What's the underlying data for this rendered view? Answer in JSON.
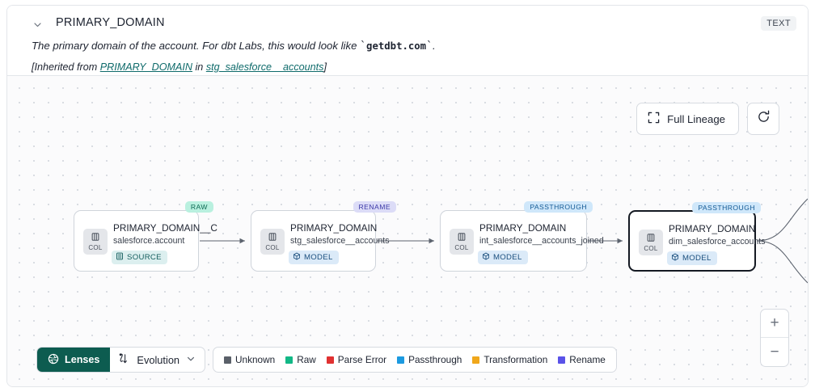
{
  "header": {
    "chevron_icon": "chevron-down-icon",
    "title": "PRIMARY_DOMAIN",
    "type_badge": "TEXT",
    "description_prefix": "The primary domain of the account. For dbt Labs, this would look like ",
    "description_code": "getdbt.com",
    "description_suffix": ".",
    "inherit_prefix": "[Inherited from ",
    "inherit_link1": "PRIMARY_DOMAIN",
    "inherit_middle": " in ",
    "inherit_link2": "stg_salesforce__accounts",
    "inherit_suffix": "]"
  },
  "controls": {
    "full_lineage_label": "Full Lineage",
    "full_lineage_icon": "expand-frame-icon",
    "refresh_icon": "refresh-icon",
    "zoom_in_label": "+",
    "zoom_out_label": "−"
  },
  "graph": {
    "nodes": [
      {
        "title": "PRIMARY_DOMAIN__C",
        "subtitle": "salesforce.account",
        "kind_label": "SOURCE",
        "kind_icon": "database-icon",
        "tag_label": "RAW",
        "tag_color": "#b9f0df",
        "selected": false
      },
      {
        "title": "PRIMARY_DOMAIN",
        "subtitle": "stg_salesforce__accounts",
        "kind_label": "MODEL",
        "kind_icon": "cube-icon",
        "tag_label": "RENAME",
        "tag_color": "#dcdcf7",
        "selected": false
      },
      {
        "title": "PRIMARY_DOMAIN",
        "subtitle": "int_salesforce__accounts_joined",
        "kind_label": "MODEL",
        "kind_icon": "cube-icon",
        "tag_label": "PASSTHROUGH",
        "tag_color": "#cfe7fa",
        "selected": false
      },
      {
        "title": "PRIMARY_DOMAIN",
        "subtitle": "dim_salesforce_accounts",
        "kind_label": "MODEL",
        "kind_icon": "cube-icon",
        "tag_label": "PASSTHROUGH",
        "tag_color": "#cfe7fa",
        "selected": true
      }
    ],
    "col_chip_label": "COL",
    "col_chip_icon": "column-icon"
  },
  "toolbar": {
    "lenses_label": "Lenses",
    "lenses_icon": "aperture-icon",
    "evolution_label": "Evolution",
    "evolution_icon": "evolution-icon",
    "evolution_chevron": "chevron-down-icon"
  },
  "legend": {
    "items": [
      {
        "label": "Unknown",
        "color": "#5a6069"
      },
      {
        "label": "Raw",
        "color": "#12b886"
      },
      {
        "label": "Parse Error",
        "color": "#e03131"
      },
      {
        "label": "Passthrough",
        "color": "#1c9ae0"
      },
      {
        "label": "Transformation",
        "color": "#f0a71b"
      },
      {
        "label": "Rename",
        "color": "#5a52e8"
      }
    ]
  }
}
